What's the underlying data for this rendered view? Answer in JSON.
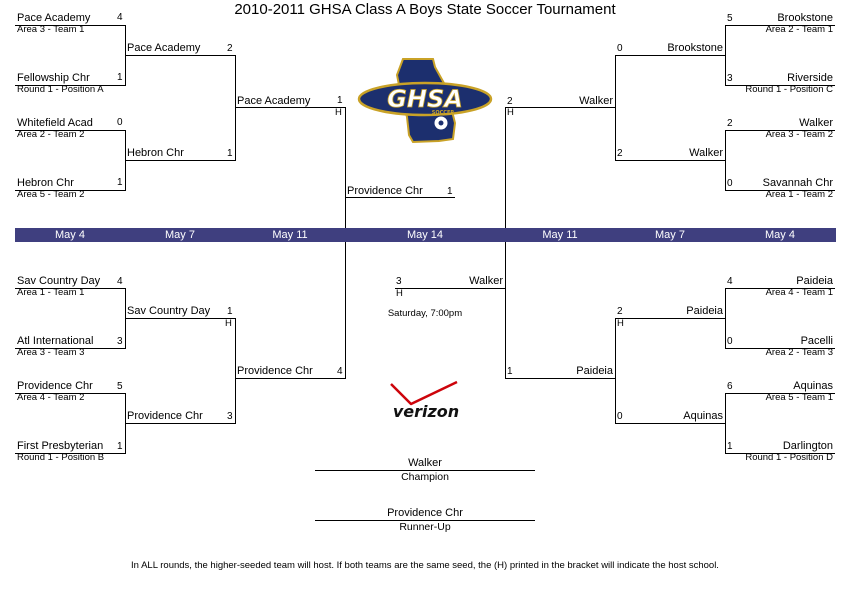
{
  "title": "2010-2011 GHSA Class A Boys State Soccer Tournament",
  "dates": [
    "May 4",
    "May 7",
    "May 11",
    "May 14",
    "May 11",
    "May 7",
    "May 4"
  ],
  "left_top": {
    "r1": [
      {
        "team": "Pace Academy",
        "seed_label": "Area 3 - Team 1",
        "score": "4"
      },
      {
        "team": "Fellowship Chr",
        "seed_label": "Round 1 - Position A",
        "score": "1"
      },
      {
        "team": "Whitefield Acad",
        "seed_label": "Area 2 - Team 2",
        "score": "0"
      },
      {
        "team": "Hebron Chr",
        "seed_label": "Area 5 - Team 2",
        "score": "1"
      }
    ],
    "r2": [
      {
        "team": "Pace Academy",
        "score": "2"
      },
      {
        "team": "Hebron Chr",
        "score": "1"
      }
    ],
    "r3": {
      "team": "Pace Academy",
      "score": "1",
      "host": "H"
    }
  },
  "left_bottom": {
    "r1": [
      {
        "team": "Sav Country Day",
        "seed_label": "Area 1 - Team 1",
        "score": "4"
      },
      {
        "team": "Atl International",
        "seed_label": "Area 3 - Team 3",
        "score": "3"
      },
      {
        "team": "Providence Chr",
        "seed_label": "Area 4 - Team 2",
        "score": "5"
      },
      {
        "team": "First Presbyterian",
        "seed_label": "Round 1 - Position B",
        "score": "1"
      }
    ],
    "r2": [
      {
        "team": "Sav Country Day",
        "score": "1",
        "host": "H"
      },
      {
        "team": "Providence Chr",
        "score": "3"
      }
    ],
    "r3": {
      "team": "Providence Chr",
      "score": "4"
    }
  },
  "right_top": {
    "r1": [
      {
        "team": "Brookstone",
        "seed_label": "Area 2 - Team 1",
        "score": "5"
      },
      {
        "team": "Riverside",
        "seed_label": "Round 1 - Position C",
        "score": "3"
      },
      {
        "team": "Walker",
        "seed_label": "Area 3 - Team 2",
        "score": "2"
      },
      {
        "team": "Savannah Chr",
        "seed_label": "Area 1 - Team 2",
        "score": "0"
      }
    ],
    "r2": [
      {
        "team": "Brookstone",
        "score": "0"
      },
      {
        "team": "Walker",
        "score": "2"
      }
    ],
    "r3": {
      "team": "Walker",
      "score": "2",
      "host": "H"
    }
  },
  "right_bottom": {
    "r1": [
      {
        "team": "Paideia",
        "seed_label": "Area 4 - Team 1",
        "score": "4"
      },
      {
        "team": "Pacelli",
        "seed_label": "Area 2 - Team 3",
        "score": "0"
      },
      {
        "team": "Aquinas",
        "seed_label": "Area 5 - Team 1",
        "score": "6"
      },
      {
        "team": "Darlington",
        "seed_label": "Round 1 - Position D",
        "score": "1"
      }
    ],
    "r2": [
      {
        "team": "Paideia",
        "score": "2",
        "host": "H"
      },
      {
        "team": "Aquinas",
        "score": "0"
      }
    ],
    "r3": {
      "team": "Paideia",
      "score": "1"
    }
  },
  "semis": {
    "left_winner": {
      "team": "Providence Chr",
      "score": "1"
    },
    "right_winner": {
      "team": "Walker",
      "score": "3",
      "host": "H"
    }
  },
  "final": {
    "time": "Saturday, 7:00pm",
    "champion": "Walker",
    "champion_label": "Champion",
    "runner_up": "Providence Chr",
    "runner_up_label": "Runner-Up"
  },
  "logos": {
    "ghsa_text": "GHSA",
    "ghsa_sub": "SOCCER",
    "sponsor": "verizon"
  },
  "footer": "In ALL rounds, the higher-seeded team will host.  If both teams are the same seed, the (H) printed in the bracket will indicate the host school.",
  "colors": {
    "date_bar": "#3f3f7f",
    "ghsa_navy": "#1c2f6e",
    "ghsa_gold": "#c9a227",
    "verizon_red": "#cd040b"
  }
}
